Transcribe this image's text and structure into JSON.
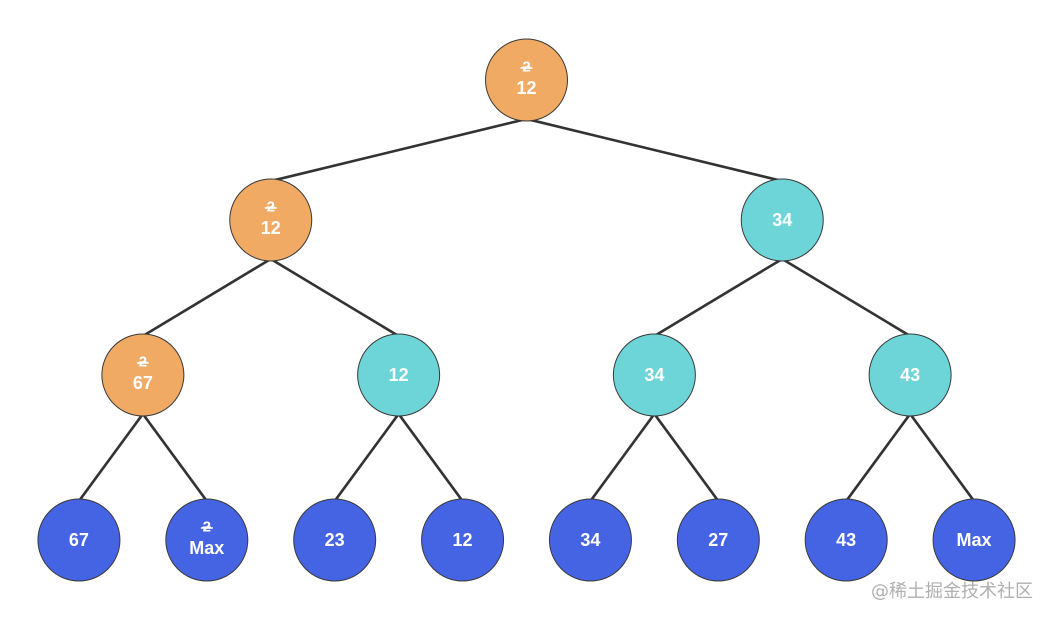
{
  "colors": {
    "updated": "#F0AA64",
    "internal": "#6DD5D7",
    "leaf": "#4564E4",
    "edge": "#333333",
    "text": "#FFFFFF",
    "watermark": "#B0B0B0"
  },
  "tree": {
    "nodes": [
      {
        "id": "root",
        "level": 0,
        "type": "updated",
        "struck": "2",
        "value": "12"
      },
      {
        "id": "L",
        "level": 1,
        "type": "updated",
        "struck": "2",
        "value": "12"
      },
      {
        "id": "R",
        "level": 1,
        "type": "internal",
        "struck": null,
        "value": "34"
      },
      {
        "id": "LL",
        "level": 2,
        "type": "updated",
        "struck": "2",
        "value": "67"
      },
      {
        "id": "LR",
        "level": 2,
        "type": "internal",
        "struck": null,
        "value": "12"
      },
      {
        "id": "RL",
        "level": 2,
        "type": "internal",
        "struck": null,
        "value": "34"
      },
      {
        "id": "RR",
        "level": 2,
        "type": "internal",
        "struck": null,
        "value": "43"
      },
      {
        "id": "LLL",
        "level": 3,
        "type": "leaf",
        "struck": null,
        "value": "67"
      },
      {
        "id": "LLR",
        "level": 3,
        "type": "leaf",
        "struck": "2",
        "value": "Max"
      },
      {
        "id": "LRL",
        "level": 3,
        "type": "leaf",
        "struck": null,
        "value": "23"
      },
      {
        "id": "LRR",
        "level": 3,
        "type": "leaf",
        "struck": null,
        "value": "12"
      },
      {
        "id": "RLL",
        "level": 3,
        "type": "leaf",
        "struck": null,
        "value": "34"
      },
      {
        "id": "RLR",
        "level": 3,
        "type": "leaf",
        "struck": null,
        "value": "27"
      },
      {
        "id": "RRL",
        "level": 3,
        "type": "leaf",
        "struck": null,
        "value": "43"
      },
      {
        "id": "RRR",
        "level": 3,
        "type": "leaf",
        "struck": null,
        "value": "Max"
      }
    ],
    "edges": [
      [
        "root",
        "L"
      ],
      [
        "root",
        "R"
      ],
      [
        "L",
        "LL"
      ],
      [
        "L",
        "LR"
      ],
      [
        "R",
        "RL"
      ],
      [
        "R",
        "RR"
      ],
      [
        "LL",
        "LLL"
      ],
      [
        "LL",
        "LLR"
      ],
      [
        "LR",
        "LRL"
      ],
      [
        "LR",
        "LRR"
      ],
      [
        "RL",
        "RLL"
      ],
      [
        "RL",
        "RLR"
      ],
      [
        "RR",
        "RRL"
      ],
      [
        "RR",
        "RRR"
      ]
    ]
  },
  "watermark": "@稀土掘金技术社区"
}
